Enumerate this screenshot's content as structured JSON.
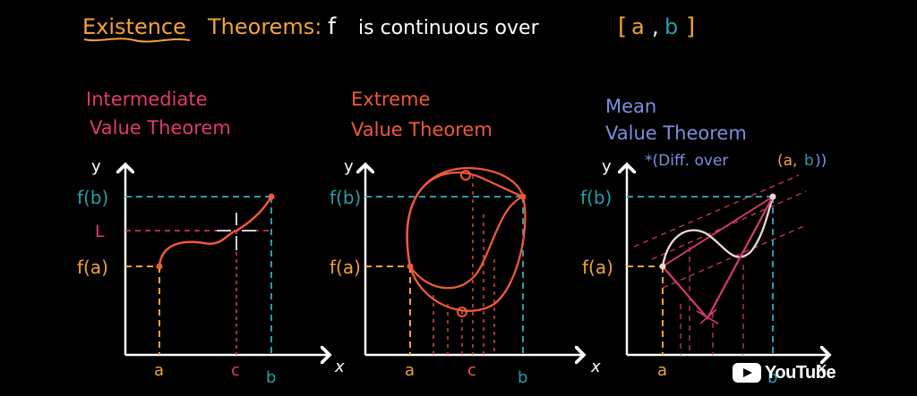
{
  "title": {
    "word1": "Existence",
    "word2": "Theorems:",
    "f": "f",
    "rest": "is continuous over",
    "lb": "[",
    "a": "a",
    "comma": ",",
    "b": "b",
    "rb": "]"
  },
  "panels": {
    "ivt": {
      "line1": "Intermediate",
      "line2": "Value Theorem",
      "y": "y",
      "x": "x",
      "fb": "f(b)",
      "L": "L",
      "fa": "f(a)",
      "a": "a",
      "c": "c",
      "b": "b"
    },
    "evt": {
      "line1": "Extreme",
      "line2": "Value Theorem",
      "y": "y",
      "x": "x",
      "fb": "f(b)",
      "fa": "f(a)",
      "a": "a",
      "c": "c",
      "b": "b"
    },
    "mvt": {
      "line1": "Mean",
      "line2": "Value Theorem",
      "note_pre": "*(Diff. over",
      "note_a": "(a,",
      "note_b": "b",
      "note_post": "))",
      "y": "y",
      "x": "x",
      "fb": "f(b)",
      "fa": "f(a)",
      "a": "a",
      "b": "b"
    }
  },
  "watermark": "YouTube",
  "colors": {
    "title_orange": "#f2a23a",
    "ivt_pink": "#e23b68",
    "evt_red": "#f0593a",
    "mvt_blue": "#7a8fe0",
    "teal": "#2a9da8",
    "axis": "#ffffff"
  },
  "icons": [
    "youtube-play-icon"
  ]
}
